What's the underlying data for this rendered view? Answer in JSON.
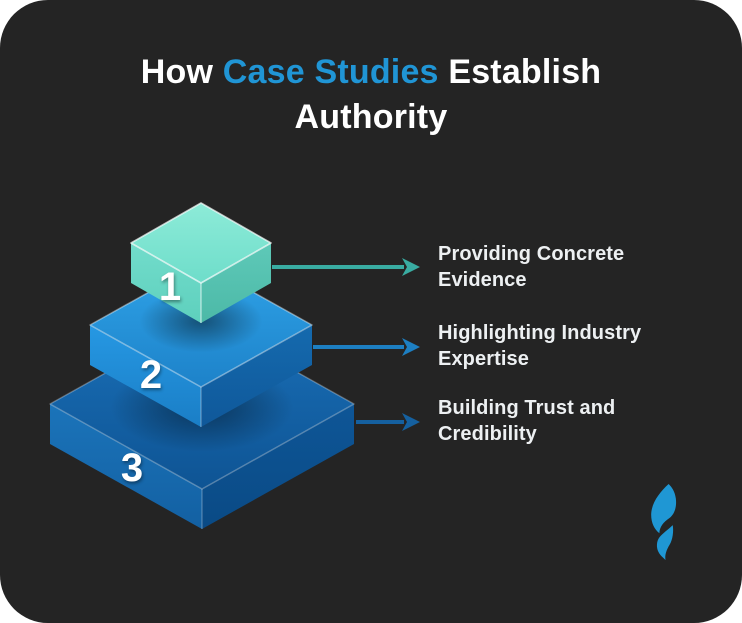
{
  "title": {
    "parts": [
      {
        "text": "How ",
        "accent": false
      },
      {
        "text": "Case Studies",
        "accent": true
      },
      {
        "text": " Establish Authority",
        "accent": false
      }
    ]
  },
  "pyramid": {
    "levels": [
      {
        "number": "1",
        "label_lines": [
          "Providing Concrete",
          "Evidence"
        ],
        "block_color": "#6fdecb",
        "arrow_color": "#39aca2"
      },
      {
        "number": "2",
        "label_lines": [
          "Highlighting Industry",
          "Expertise"
        ],
        "block_color": "#1e84cc",
        "arrow_color": "#1d7fc2"
      },
      {
        "number": "3",
        "label_lines": [
          "Building Trust and",
          "Credibility"
        ],
        "block_color": "#11599b",
        "arrow_color": "#15609f"
      }
    ]
  },
  "logo": {
    "icon": "flame-icon",
    "color": "#1f97d4"
  },
  "theme": {
    "page_bg": "#ffffff",
    "card_bg": "#242424",
    "title_color": "#ffffff",
    "accent_color": "#2095d5",
    "label_color": "#edf0f2"
  }
}
